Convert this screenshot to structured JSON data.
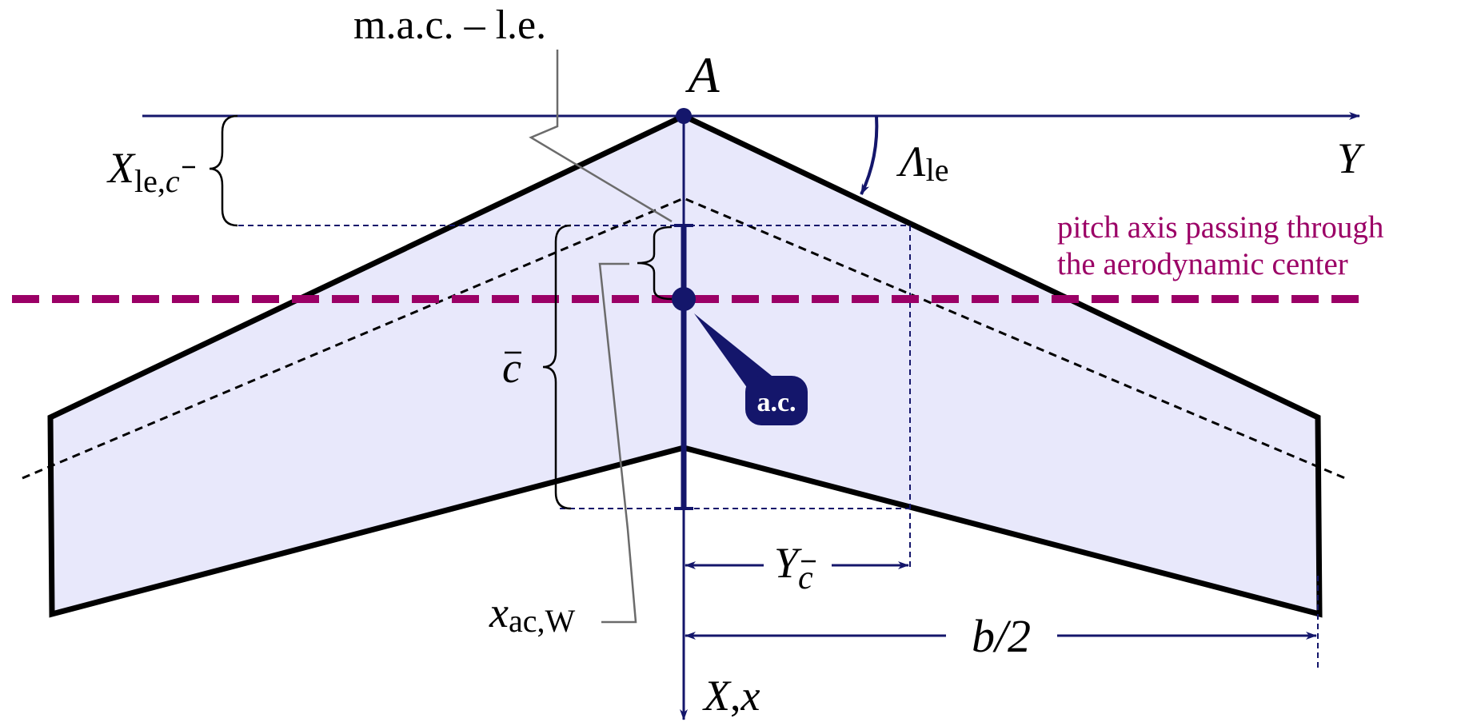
{
  "colors": {
    "wing_fill": "#e8e8fb",
    "outline": "#000000",
    "axis": "#14166b",
    "pitch_axis": "#9b0066",
    "leader": "#6b6b6b"
  },
  "labels": {
    "point_A": "A",
    "mac_le": "m.a.c. – l.e.",
    "axis_Y": "Y",
    "axis_X_main": "X",
    "axis_X_sep": ",",
    "axis_x": "x",
    "sweep_main": "Λ",
    "sweep_sub": "le",
    "x_le_main": "X",
    "x_le_sub": "le,",
    "x_le_subc": "c",
    "cbar": "c",
    "y_cbar_main": "Y",
    "y_cbar_sub": "c",
    "x_ac_main": "x",
    "x_ac_sub": "ac,W",
    "b_half": "b/2",
    "ac_badge": "a.c.",
    "pitch_line1": "pitch axis passing through",
    "pitch_line2": "the aerodynamic center"
  }
}
